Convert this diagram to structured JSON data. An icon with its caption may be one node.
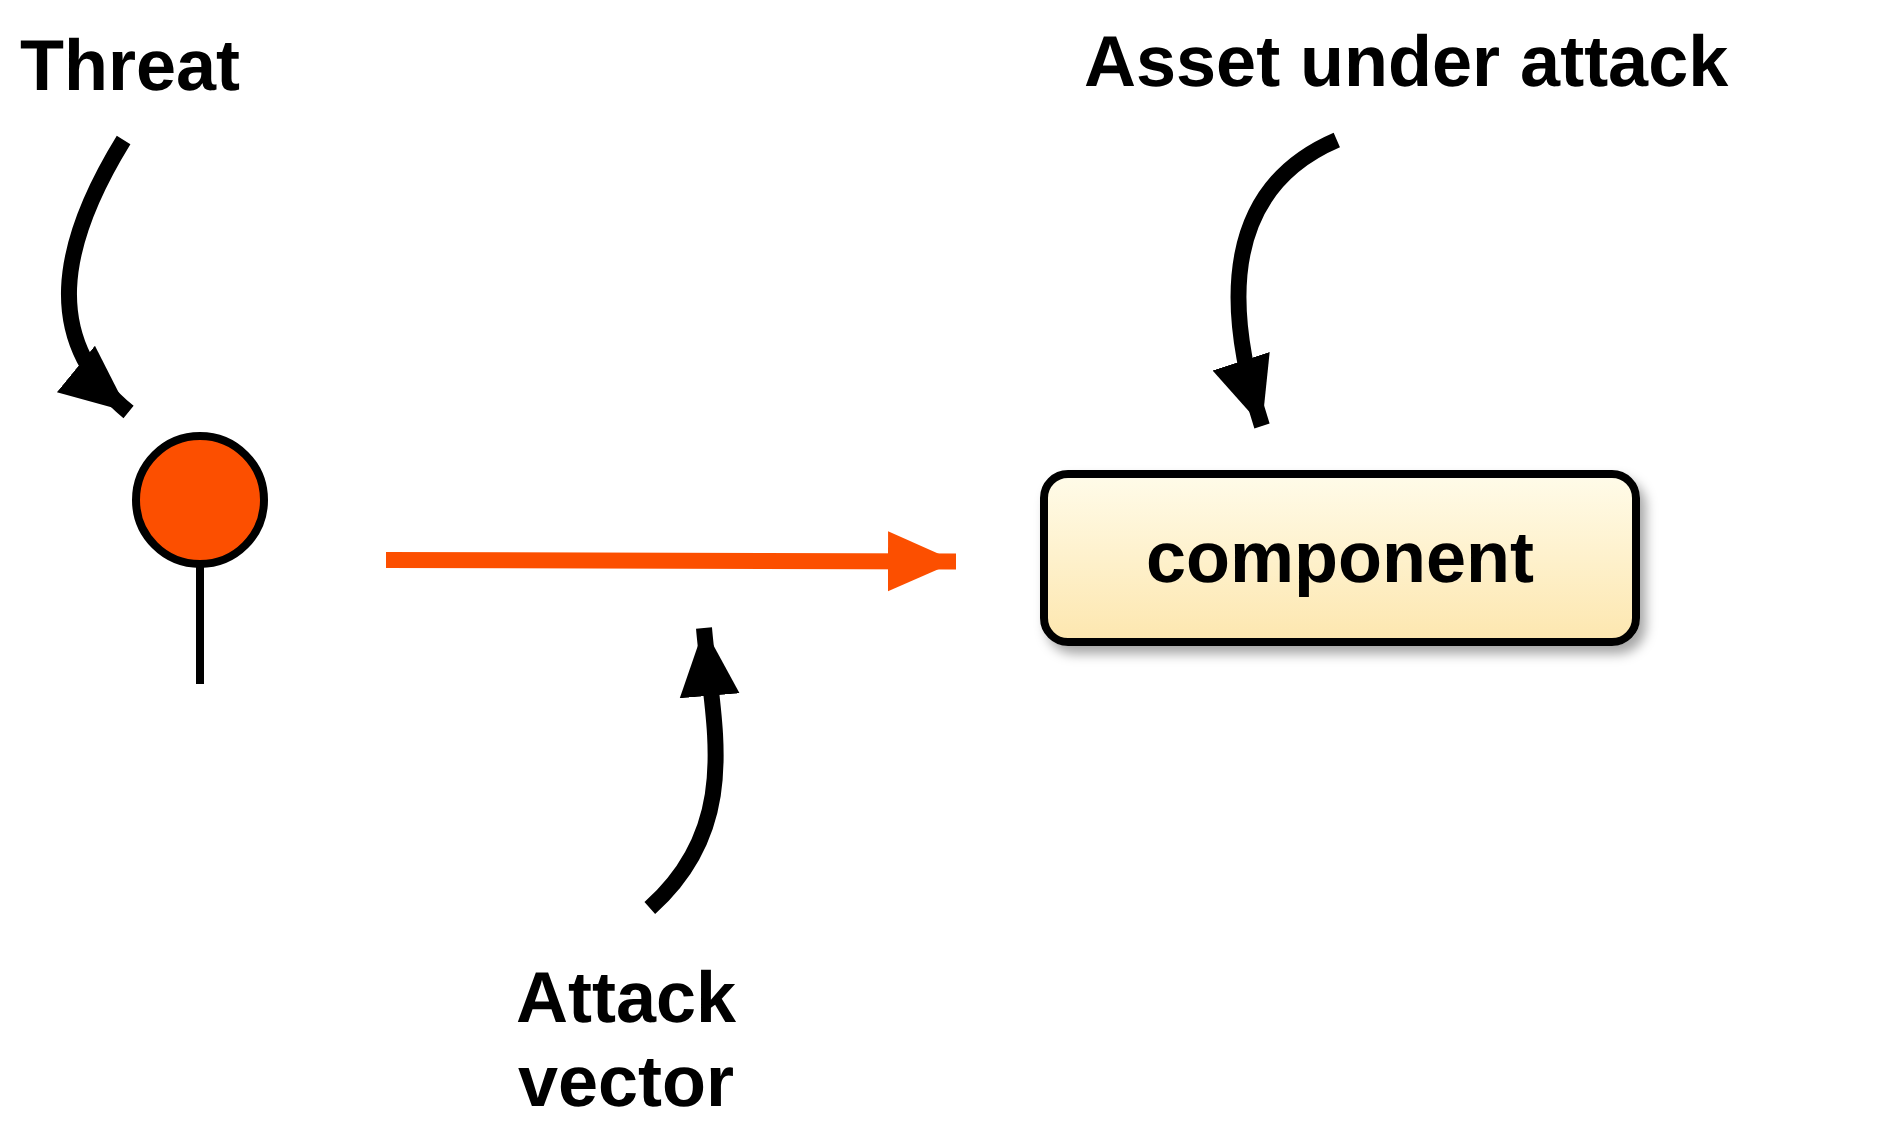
{
  "diagram": {
    "nodes": [
      {
        "text": [
          "Threat"
        ]
      },
      {
        "text": [],
        "shape": "circle"
      },
      {
        "text": [
          "Asset under attack"
        ]
      },
      {
        "text": [
          "component"
        ]
      },
      {
        "text": [
          "Attack vector"
        ]
      }
    ],
    "edges": [
      {
        "from": 0,
        "to": 1,
        "arrow": "to"
      },
      {
        "from": 2,
        "to": 3,
        "arrow": "to"
      },
      {
        "from": 1,
        "to": 3,
        "arrow": "to",
        "color": "#fc4f00"
      },
      {
        "from": 4,
        "to": null,
        "arrow": "to"
      }
    ]
  }
}
